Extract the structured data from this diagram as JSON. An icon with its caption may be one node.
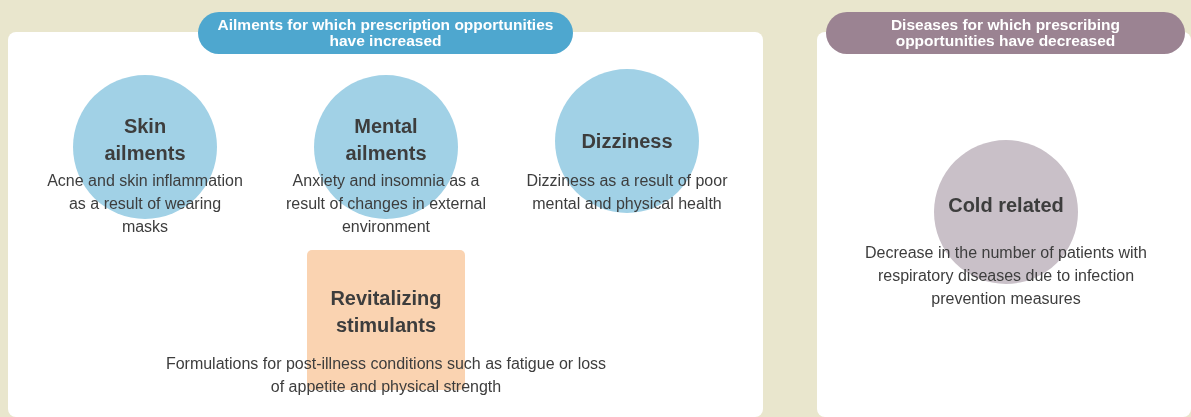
{
  "diagram": {
    "nodes": [
      {
        "text": [
          "Ailments for which prescription opportunities have increased"
        ]
      },
      {
        "text": [
          "Skin ailments",
          "Acne and skin inflammation as a result of wearing masks"
        ],
        "in": 0
      },
      {
        "text": [
          "Mental ailments",
          "Anxiety and insomnia as a result of changes in external environment"
        ],
        "in": 0
      },
      {
        "text": [
          "Dizziness",
          "Dizziness as a result of poor mental and physical health"
        ],
        "in": 0
      },
      {
        "text": [
          "Revitalizing stimulants",
          "Formulations for post-illness conditions such as fatigue or loss of appetite and physical strength"
        ],
        "in": 0
      },
      {
        "text": [
          "Diseases for which prescribing opportunities have decreased"
        ]
      },
      {
        "text": [
          "Cold related",
          "Decrease in the number of patients with respiratory diseases due to infection prevention measures"
        ],
        "in": 5
      }
    ]
  }
}
